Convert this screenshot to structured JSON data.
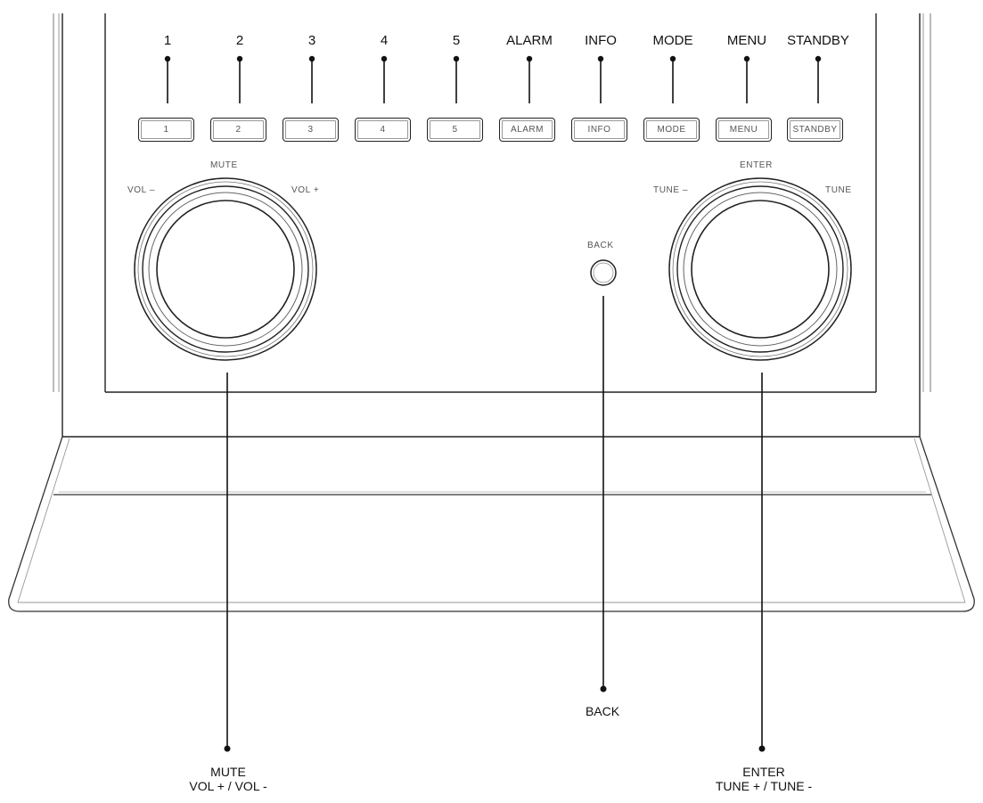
{
  "top_callouts": [
    {
      "id": "preset-1",
      "label": "1"
    },
    {
      "id": "preset-2",
      "label": "2"
    },
    {
      "id": "preset-3",
      "label": "3"
    },
    {
      "id": "preset-4",
      "label": "4"
    },
    {
      "id": "preset-5",
      "label": "5"
    },
    {
      "id": "alarm",
      "label": "ALARM"
    },
    {
      "id": "info",
      "label": "INFO"
    },
    {
      "id": "mode",
      "label": "MODE"
    },
    {
      "id": "menu",
      "label": "MENU"
    },
    {
      "id": "standby",
      "label": "STANDBY"
    }
  ],
  "buttons": [
    {
      "id": "preset-1",
      "label": "1"
    },
    {
      "id": "preset-2",
      "label": "2"
    },
    {
      "id": "preset-3",
      "label": "3"
    },
    {
      "id": "preset-4",
      "label": "4"
    },
    {
      "id": "preset-5",
      "label": "5"
    },
    {
      "id": "alarm",
      "label": "ALARM"
    },
    {
      "id": "info",
      "label": "INFO"
    },
    {
      "id": "mode",
      "label": "MODE"
    },
    {
      "id": "menu",
      "label": "MENU"
    },
    {
      "id": "standby",
      "label": "STANDBY"
    }
  ],
  "left_knob": {
    "top_label": "MUTE",
    "minus_label": "VOL –",
    "plus_label": "VOL +"
  },
  "right_knob": {
    "top_label": "ENTER",
    "minus_label": "TUNE –",
    "plus_label": "TUNE"
  },
  "back_button": {
    "label": "BACK"
  },
  "bottom_callouts": {
    "left": {
      "line1": "MUTE",
      "line2": "VOL + / VOL -"
    },
    "center": {
      "line1": "BACK"
    },
    "right": {
      "line1": "ENTER",
      "line2": "TUNE + / TUNE -"
    }
  }
}
